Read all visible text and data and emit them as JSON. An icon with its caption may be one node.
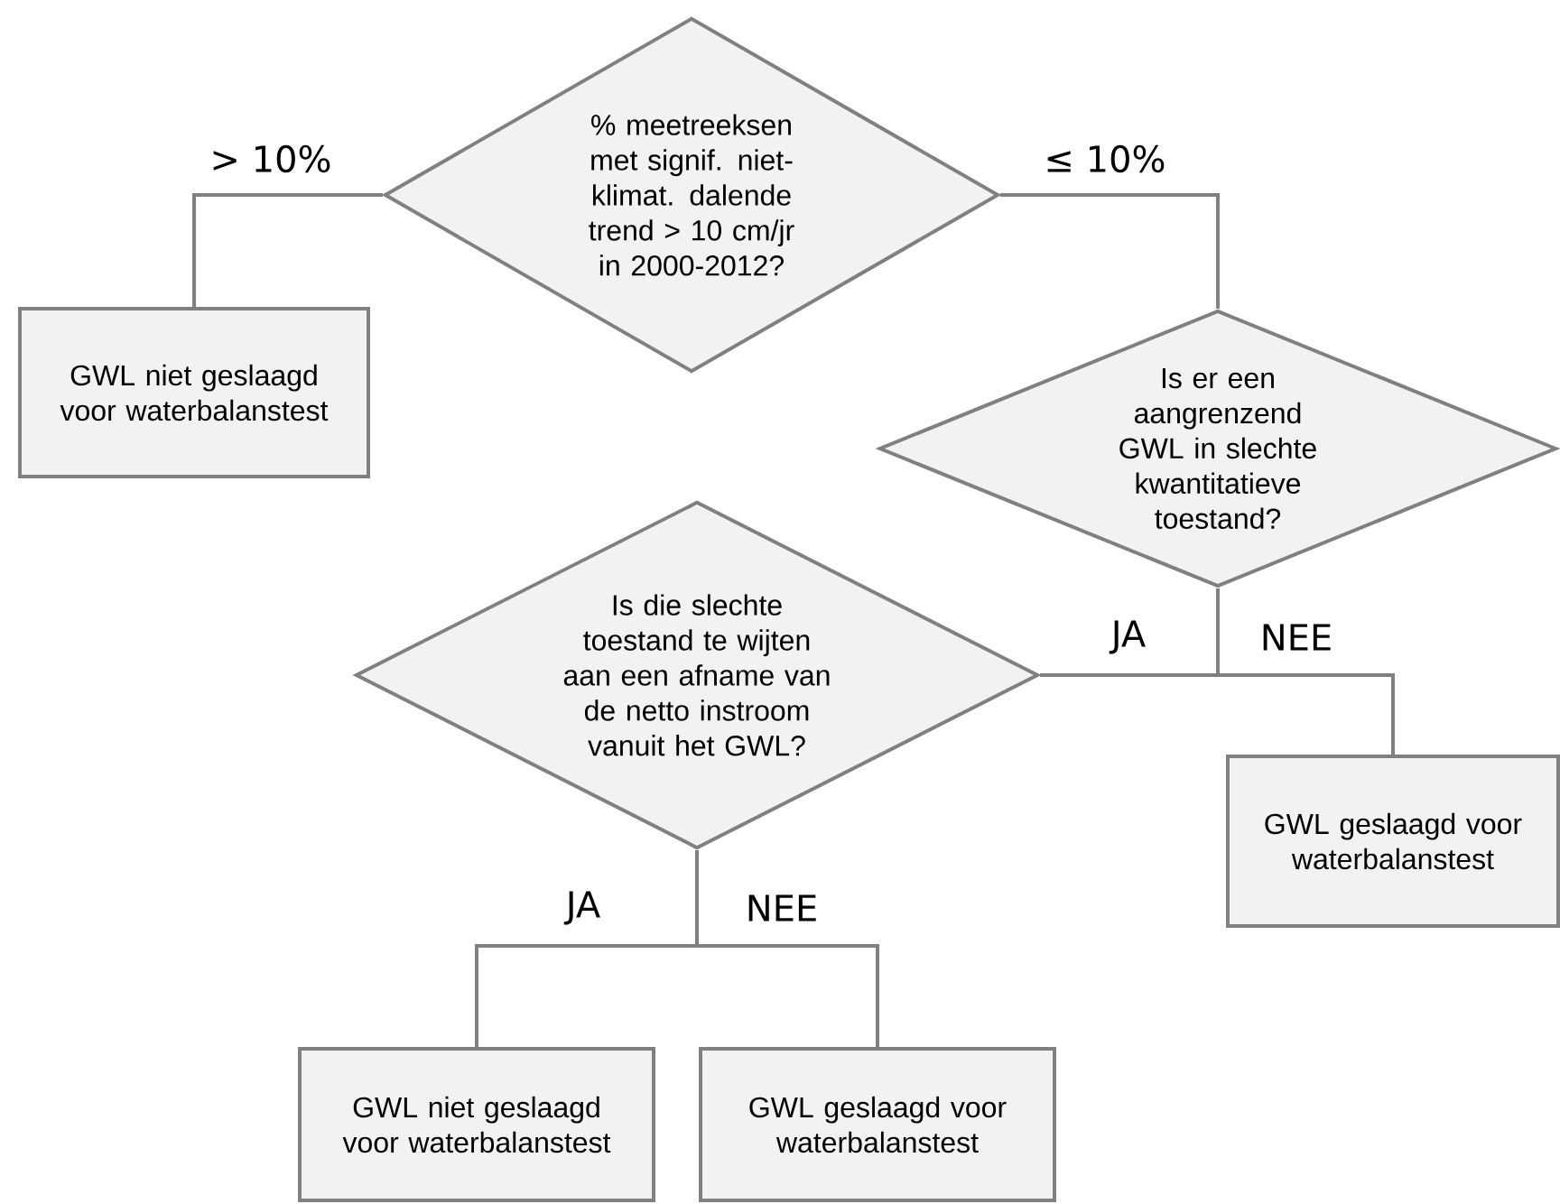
{
  "diagram": {
    "nodes": [
      {
        "text": [
          "% meetreeksen met signif. niet-klimat. dalende trend > 10 cm/jr in 2000-2012?"
        ]
      },
      {
        "text": [
          "GWL niet geslaagd voor waterbalanstest"
        ]
      },
      {
        "text": [
          "Is er een aangrenzend GWL in slechte kwantitatieve toestand?"
        ]
      },
      {
        "text": [
          "Is die slechte toestand te wijten aan een afname van de netto instroom vanuit het GWL?"
        ]
      },
      {
        "text": [
          "GWL geslaagd voor waterbalanstest"
        ]
      },
      {
        "text": [
          "GWL niet geslaagd voor waterbalanstest"
        ]
      },
      {
        "text": [
          "GWL geslaagd voor waterbalanstest"
        ]
      }
    ],
    "edges": [
      {
        "from": 0,
        "to": 1,
        "arrow": "none",
        "label": "> 10%"
      },
      {
        "from": 0,
        "to": 2,
        "arrow": "none",
        "label": "≤ 10%"
      },
      {
        "from": 2,
        "to": 3,
        "arrow": "none",
        "label": "JA"
      },
      {
        "from": 2,
        "to": 4,
        "arrow": "none",
        "label": "NEE"
      },
      {
        "from": 3,
        "to": 5,
        "arrow": "none",
        "label": "JA"
      },
      {
        "from": 3,
        "to": 6,
        "arrow": "none",
        "label": "NEE"
      }
    ]
  }
}
